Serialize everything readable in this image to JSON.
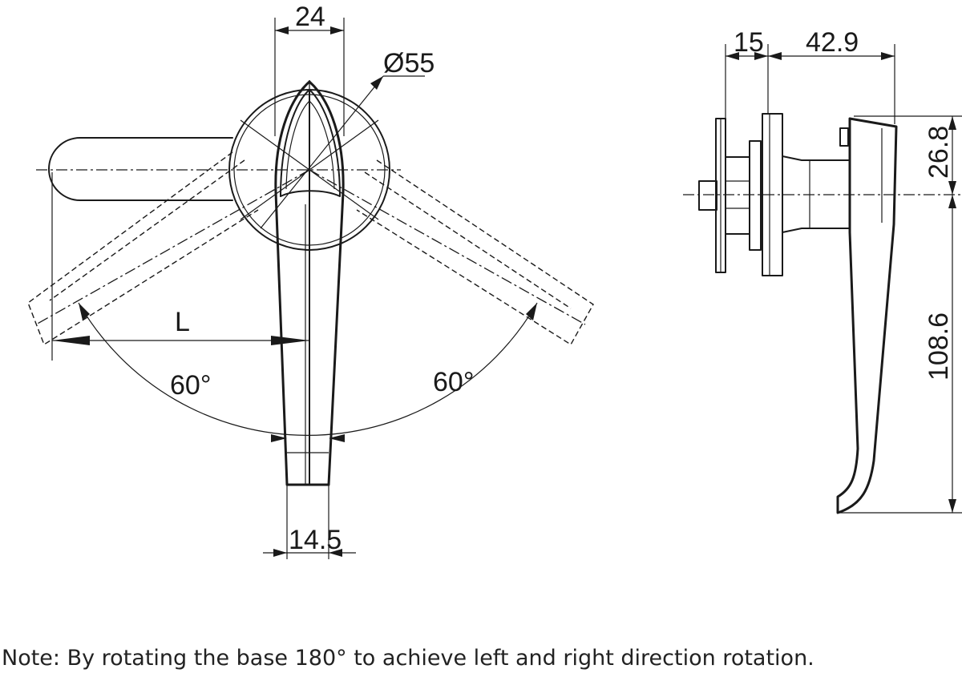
{
  "front_view": {
    "dim_width_top": "24",
    "dim_diameter": "Ø55",
    "dim_length_label": "L",
    "angle_left": "60°",
    "angle_right": "60°",
    "dim_tip_width": "14.5"
  },
  "side_view": {
    "dim_flange": "15",
    "dim_depth": "42.9",
    "dim_offset": "26.8",
    "dim_height": "108.6"
  },
  "note": "Note: By rotating the base 180° to achieve left and right direction rotation."
}
